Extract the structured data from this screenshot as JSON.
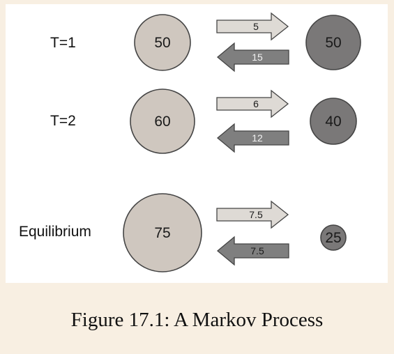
{
  "rows": [
    {
      "label": "T=1",
      "left_value": "50",
      "right_value": "50",
      "flow_right": "5",
      "flow_left": "15"
    },
    {
      "label": "T=2",
      "left_value": "60",
      "right_value": "40",
      "flow_right": "6",
      "flow_left": "12"
    },
    {
      "label": "Equilibrium",
      "left_value": "75",
      "right_value": "25",
      "flow_right": "7.5",
      "flow_left": "7.5"
    }
  ],
  "caption": "Figure 17.1: A Markov Process",
  "colors": {
    "background": "#f8efe2",
    "panel": "#ffffff",
    "light_state": "#cfc7bf",
    "dark_state": "#7a7878",
    "light_arrow": "#dedad5",
    "dark_arrow": "#7f7f7f",
    "outline": "#444444"
  }
}
